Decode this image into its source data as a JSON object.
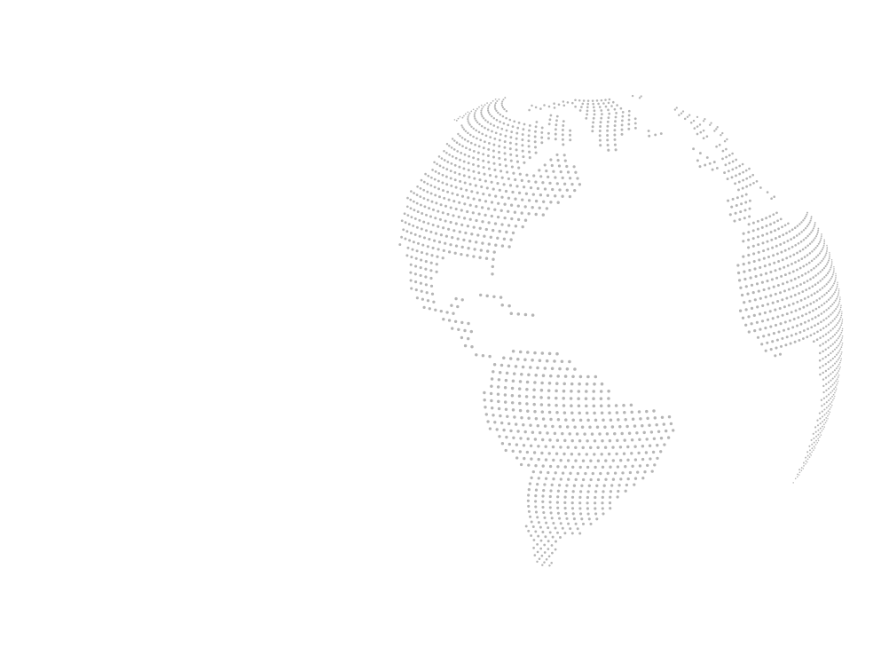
{
  "scene": {
    "background_color": "#ffffff",
    "dot_color": "#b5b5b5",
    "style": "dotted-world-globe",
    "projection": "orthographic",
    "view_center": {
      "lat": 15,
      "lon": -55
    },
    "visible_regions": [
      "north-america",
      "central-america",
      "caribbean",
      "south-america",
      "greenland",
      "western-europe",
      "north-africa",
      "west-africa"
    ]
  }
}
